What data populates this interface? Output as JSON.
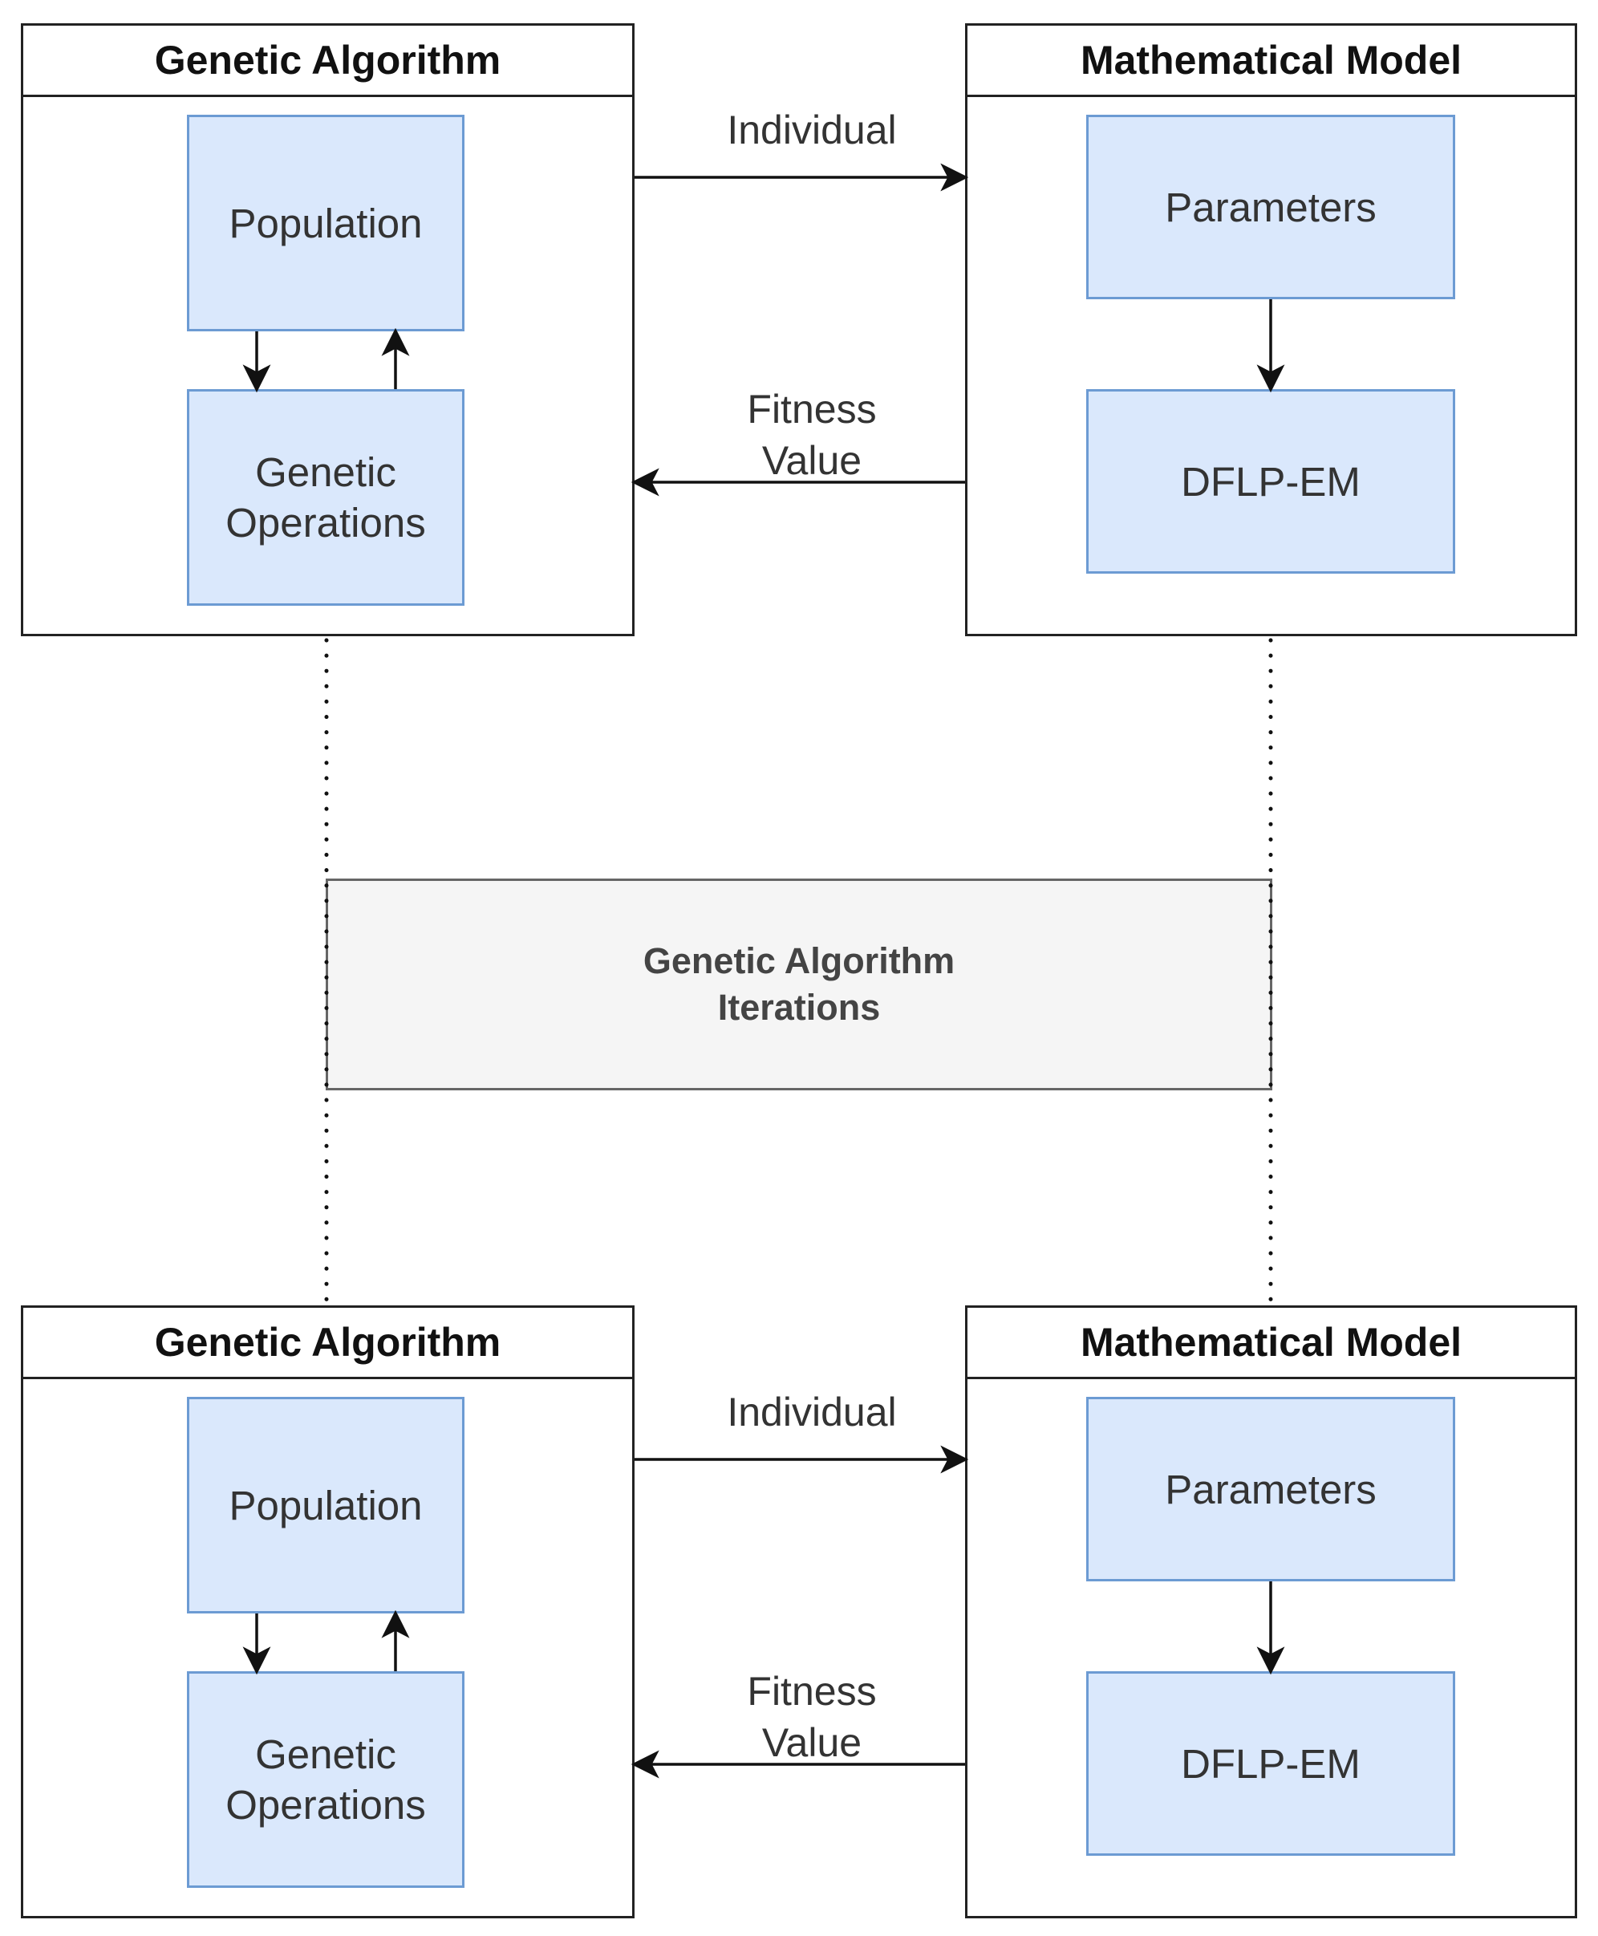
{
  "top": {
    "genetic_algorithm": {
      "title": "Genetic Algorithm",
      "population": "Population",
      "operations": "Genetic\nOperations"
    },
    "mathematical_model": {
      "title": "Mathematical Model",
      "parameters": "Parameters",
      "dflp_em": "DFLP-EM"
    },
    "individual_label": "Individual",
    "fitness_label": "Fitness\nValue"
  },
  "iterations": {
    "label": "Genetic Algorithm\nIterations"
  },
  "bottom": {
    "genetic_algorithm": {
      "title": "Genetic Algorithm",
      "population": "Population",
      "operations": "Genetic\nOperations"
    },
    "mathematical_model": {
      "title": "Mathematical Model",
      "parameters": "Parameters",
      "dflp_em": "DFLP-EM"
    },
    "individual_label": "Individual",
    "fitness_label": "Fitness\nValue"
  },
  "colors": {
    "process_fill": "#dae8fc",
    "process_border": "#6c9bd3",
    "iteration_fill": "#f5f5f5",
    "line": "#111111"
  }
}
